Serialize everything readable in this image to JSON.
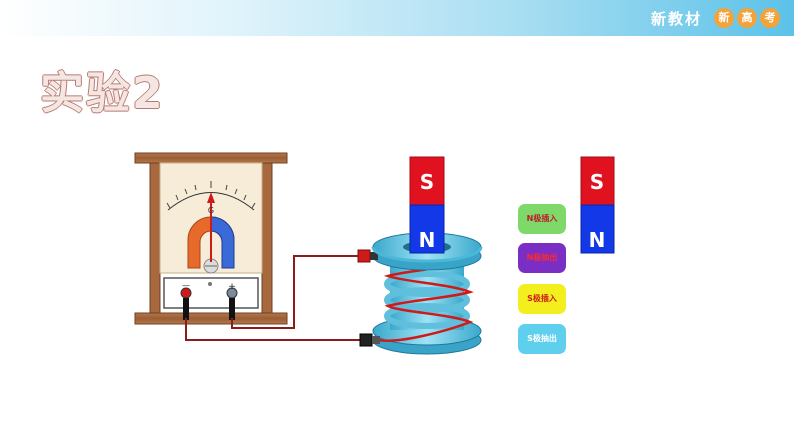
{
  "banner": {
    "title": "新教材",
    "badges": [
      "新",
      "高",
      "考"
    ]
  },
  "slide": {
    "title": "实验2"
  },
  "galvanometer": {
    "dial_letter": "G",
    "minus_label": "—",
    "plus_label": "+"
  },
  "magnets": {
    "inserted": {
      "top_pole": "S",
      "bottom_pole": "N"
    },
    "spare": {
      "top_pole": "S",
      "bottom_pole": "N"
    }
  },
  "controls": {
    "n_insert": "N极插入",
    "n_extract": "N极抽出",
    "s_insert": "S极插入",
    "s_extract": "S极抽出"
  },
  "colors": {
    "magnet_red": "#e0121f",
    "magnet_blue": "#1238e8",
    "wood": "#a0643a",
    "coil_ring": "#4ab8d8",
    "wire": "#8b1c1c"
  }
}
